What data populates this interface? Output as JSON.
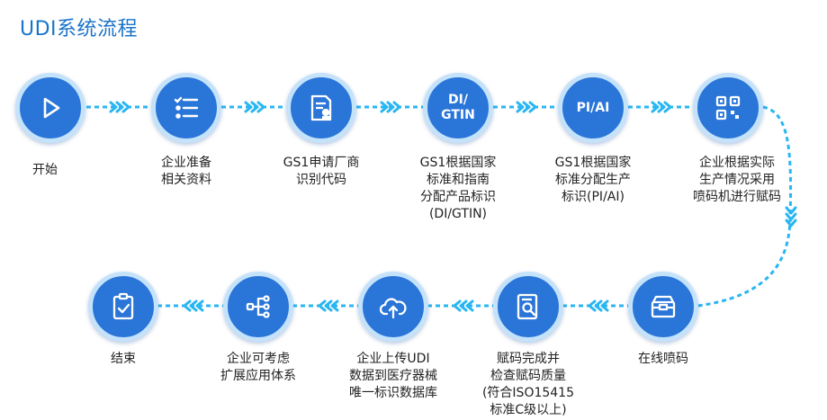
{
  "title": "UDI系统流程",
  "colors": {
    "node_fill": "#2a75d8",
    "node_ring": "#c5e2fb",
    "connector": "#29b6f1",
    "title": "#1a73c8"
  },
  "steps": [
    {
      "label": "开始",
      "icon": "play-icon"
    },
    {
      "label": "企业准备\n相关资料",
      "icon": "checklist-icon"
    },
    {
      "label": "GS1申请厂商\n识别代码",
      "icon": "document-stamp-icon"
    },
    {
      "label": "GS1根据国家\n标准和指南\n分配产品标识\n(DI/GTIN)",
      "icon": "",
      "badge": "DI/\nGTIN"
    },
    {
      "label": "GS1根据国家\n标准分配生产\n标识(PI/AI)",
      "icon": "",
      "badge": "PI/AI"
    },
    {
      "label": "企业根据实际\n生产情况采用\n喷码机进行赋码",
      "icon": "qr-code-icon"
    },
    {
      "label": "在线喷码",
      "icon": "printer-icon"
    },
    {
      "label": "赋码完成并\n检查赋码质量\n(符合ISO15415\n标准C级以上)",
      "icon": "document-search-icon"
    },
    {
      "label": "企业上传UDI\n数据到医疗器械\n唯一标识数据库",
      "icon": "cloud-upload-icon"
    },
    {
      "label": "企业可考虑\n扩展应用体系",
      "icon": "network-icon"
    },
    {
      "label": "结束",
      "icon": "clipboard-check-icon"
    }
  ]
}
